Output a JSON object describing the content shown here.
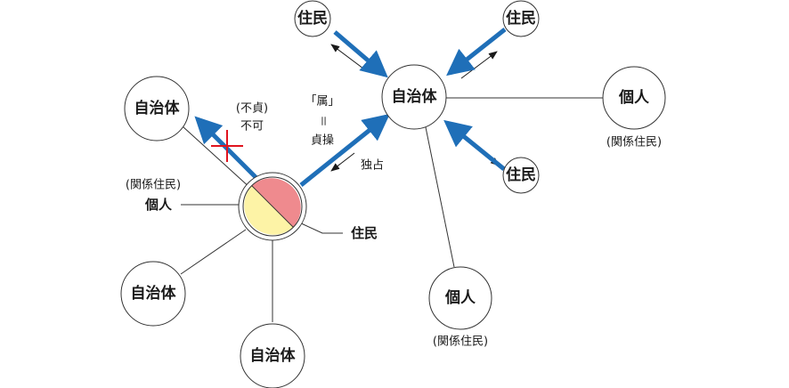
{
  "colors": {
    "arrow_blue": "#1f6fb8",
    "cross_red": "#e0141e",
    "half_pink": "#ef8a8e",
    "half_yellow": "#fdf3a6"
  },
  "nodes": {
    "jichitai_center": "自治体",
    "jichitai_upper_left": "自治体",
    "jichitai_lower_left": "自治体",
    "jichitai_bottom": "自治体",
    "jumin_top_left": "住民",
    "jumin_top_right": "住民",
    "jumin_right": "住民",
    "kojin_right": "個人",
    "kojin_bottom": "個人"
  },
  "labels": {
    "futei": "(不貞)",
    "fuka": "不可",
    "zoku": "「属」",
    "equals": "＝",
    "teisou": "貞操",
    "dokusen": "独占",
    "kankei_left": "(関係住民)",
    "kojin_left": "個人",
    "jumin_left_node": "住民",
    "kankei_right": "(関係住民)",
    "kankei_bottom": "(関係住民)"
  }
}
